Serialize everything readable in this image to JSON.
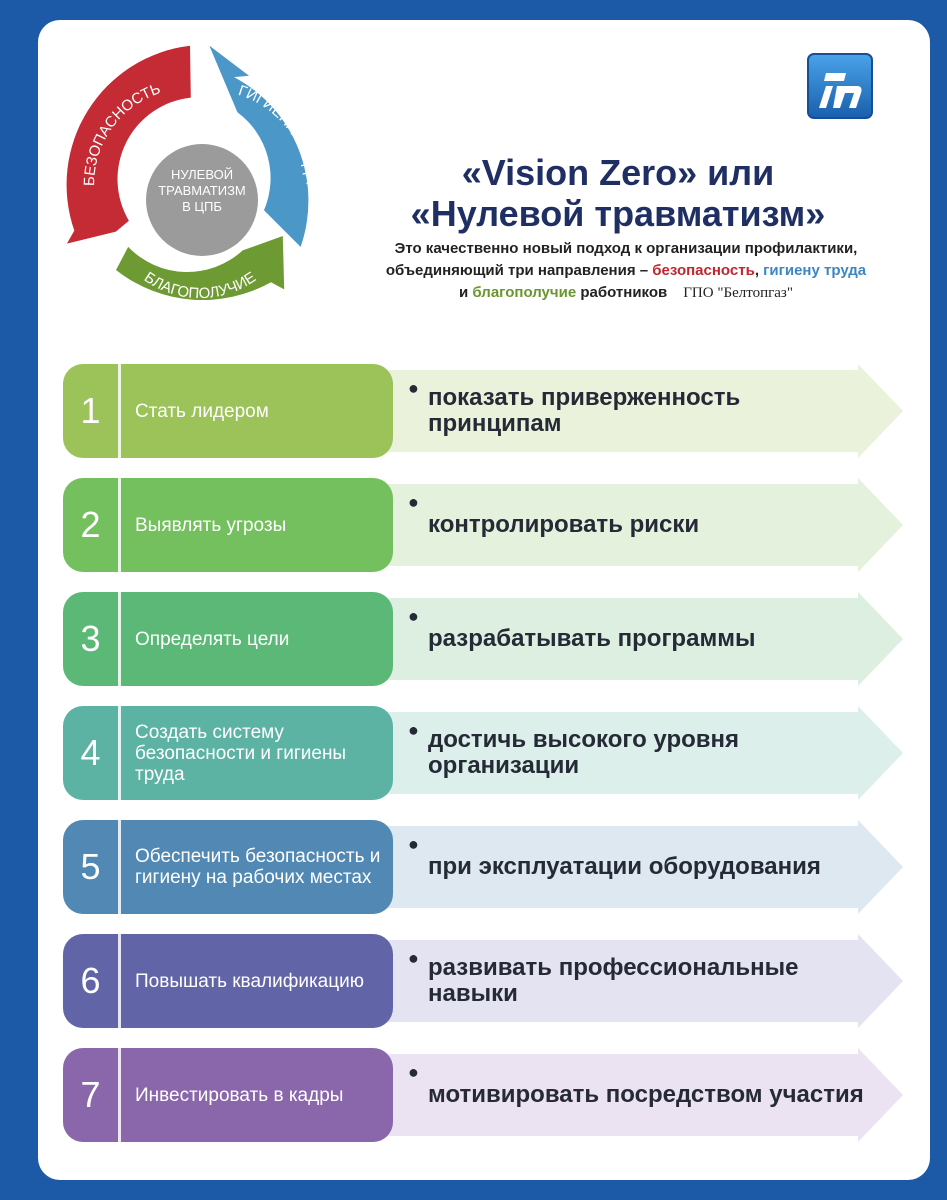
{
  "cycle": {
    "segments": [
      {
        "label": "БЕЗОПАСНОСТЬ",
        "color": "#c42b35"
      },
      {
        "label": "ГИГИЕНА ТРУДА",
        "color": "#4b97c8"
      },
      {
        "label": "БЛАГОПОЛУЧИЕ",
        "color": "#6e9a33"
      }
    ],
    "center_lines": [
      "НУЛЕВОЙ",
      "ТРАВМАТИЗМ",
      "В ЦПБ"
    ],
    "center_color": "#9b9b9b"
  },
  "logo": {
    "icon": "company-logo",
    "color": "#1f6fc2"
  },
  "title": {
    "line1": "«Vision Zero» или",
    "line2": "«Нулевой травматизм»"
  },
  "subtitle": {
    "line1": "Это качественно новый подход к организации профилактики,",
    "line2_prefix": "объединяющий три направления – ",
    "red_word": "безопасность",
    "comma": ",",
    "blue_word": "гигиену труда",
    "line3_prefix": "и ",
    "green_word": "благополучие",
    "line3_suffix": " работников",
    "org": "ГПО \"Белтопгаз\""
  },
  "steps": [
    {
      "number": "1",
      "label": "Стать лидером",
      "desc": "показать приверженность принципам",
      "color": "#9cc25a",
      "arrow": "#eaf2dc"
    },
    {
      "number": "2",
      "label": "Выявлять угрозы",
      "desc": "контролировать риски",
      "color": "#74bf5e",
      "arrow": "#e3f1dd"
    },
    {
      "number": "3",
      "label": "Определять цели",
      "desc": "разрабатывать программы",
      "color": "#5cb877",
      "arrow": "#ddefe1"
    },
    {
      "number": "4",
      "label": "Создать систему безопасности и гигиены труда",
      "desc": "достичь высокого уровня организации",
      "color": "#5cb3a4",
      "arrow": "#dcefeb"
    },
    {
      "number": "5",
      "label": "Обеспечить безопасность и гигиену на рабочих местах",
      "desc": "при эксплуатации оборудования",
      "color": "#5189b4",
      "arrow": "#dde8f1"
    },
    {
      "number": "6",
      "label": "Повышать квалификацию",
      "desc": "развивать профессиональные навыки",
      "color": "#6264a8",
      "arrow": "#e3e3f1"
    },
    {
      "number": "7",
      "label": "Инвестировать в кадры",
      "desc": "мотивировать посредством участия",
      "color": "#8a66aa",
      "arrow": "#ebe3f2"
    }
  ]
}
